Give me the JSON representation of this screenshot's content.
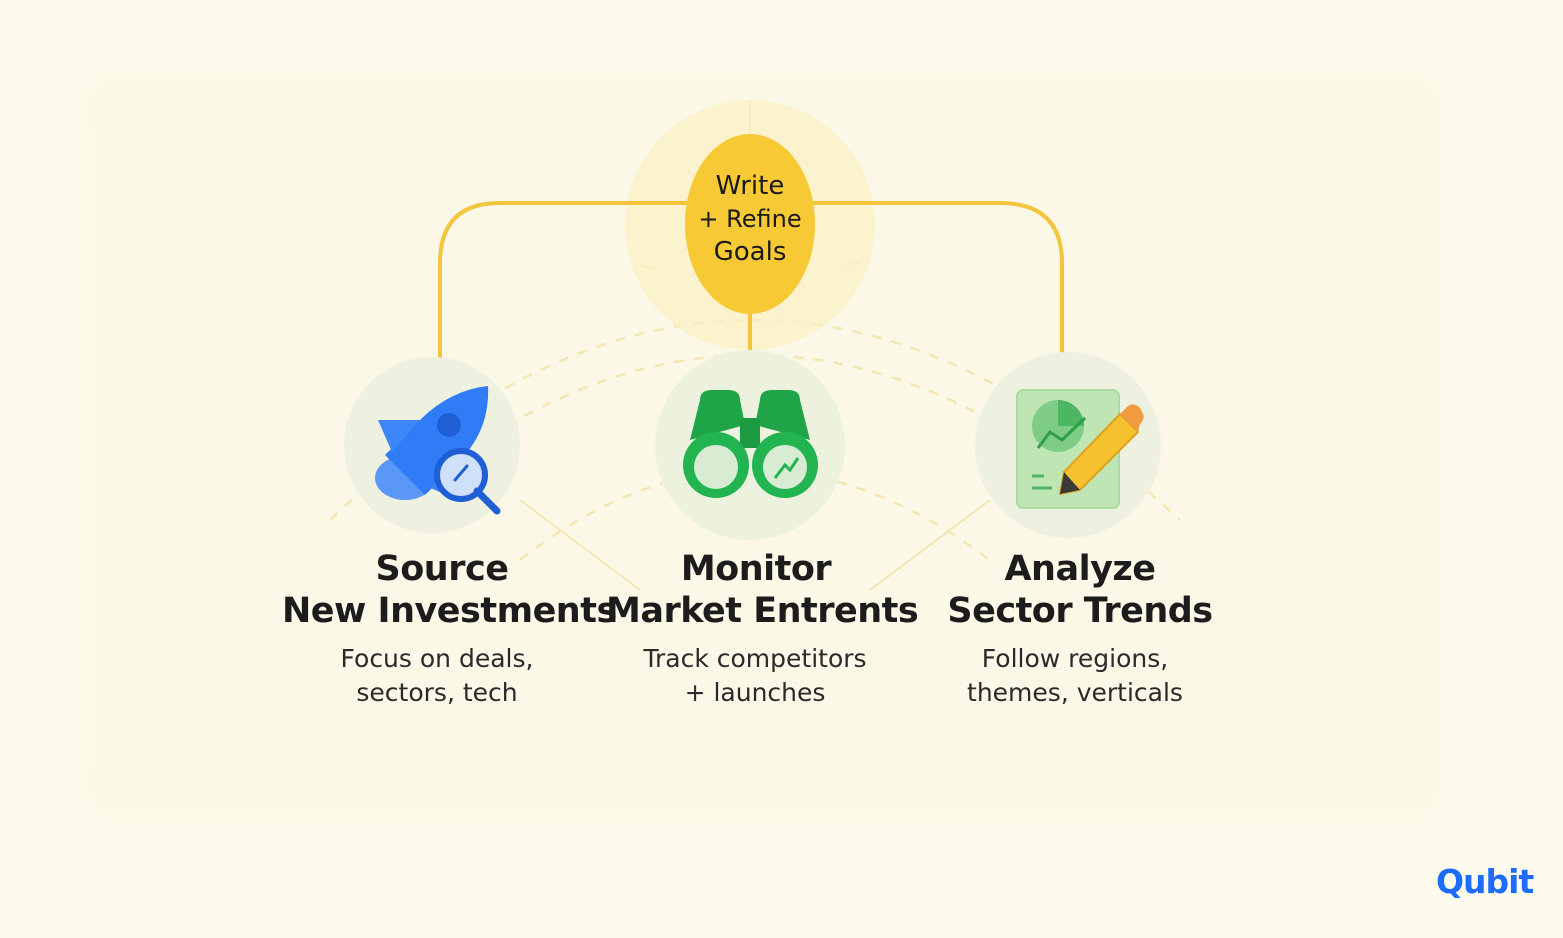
{
  "hub": {
    "line1": "Write",
    "line2": "+ Refine",
    "line3": "Goals"
  },
  "cards": [
    {
      "title_line1": "Source",
      "title_line2": "New Investments",
      "desc_line1": "Focus on deals,",
      "desc_line2": "sectors, tech",
      "icon": "rocket-search-icon"
    },
    {
      "title_line1": "Monitor",
      "title_line2": "Market Entrents",
      "desc_line1": "Track competitors",
      "desc_line2": "+ launches",
      "icon": "binoculars-icon"
    },
    {
      "title_line1": "Analyze",
      "title_line2": "Sector Trends",
      "desc_line1": "Follow regions,",
      "desc_line2": "themes, verticals",
      "icon": "report-pencil-icon"
    }
  ],
  "brand": {
    "logo_text": "Qubit"
  },
  "colors": {
    "hub": "#f7c935",
    "connector": "#f2c53d",
    "rocket": "#2f7cf6",
    "binoculars": "#22b450",
    "report": "#a8dca2",
    "pencil": "#f6c12e",
    "brand": "#1e6bff"
  }
}
